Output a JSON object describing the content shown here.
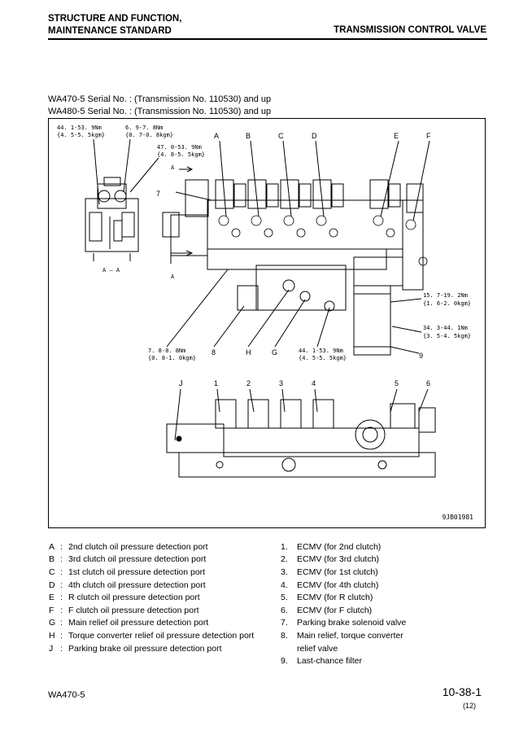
{
  "header": {
    "line1": "STRUCTURE AND FUNCTION,",
    "line2": "MAINTENANCE STANDARD",
    "section": "TRANSMISSION CONTROL VALVE"
  },
  "serials": [
    "WA470-5 Serial No. : (Transmission No. 110530) and up",
    "WA480-5 Serial No. : (Transmission No. 110530) and up"
  ],
  "figure": {
    "id": "9JB01981",
    "view_label": "A – A",
    "arrow_label": "A",
    "callout_7": "7",
    "torques": {
      "t1_a": "44. 1-53. 9Nm",
      "t1_b": "{4. 5-5. 5kgm}",
      "t2_a": "6. 9-7. 8Nm",
      "t2_b": "{0. 7-0. 8kgm}",
      "t3_a": "47. 0-53. 9Nm",
      "t3_b": "{4. 8-5. 5kgm}",
      "t4_a": "15. 7-19. 2Nm",
      "t4_b": "{1. 6-2. 0kgm}",
      "t5_a": "34. 3-44. 1Nm",
      "t5_b": "{3. 5-4. 5kgm}",
      "t6_a": "7. 8-8. 8Nm",
      "t6_b": "{0. 8-1. 0kgm}",
      "t7_a": "44. 1-53. 9Nm",
      "t7_b": "{4. 5-5. 5kgm}"
    },
    "top_letters": [
      "A",
      "B",
      "C",
      "D",
      "E",
      "F"
    ],
    "mid_labels": {
      "eight": "8",
      "h": "H",
      "g": "G",
      "nine": "9"
    },
    "bottom_labels": [
      "J",
      "1",
      "2",
      "3",
      "4",
      "5",
      "6"
    ]
  },
  "legend_ports": [
    {
      "key": "A",
      "text": "2nd clutch oil pressure detection port"
    },
    {
      "key": "B",
      "text": "3rd clutch oil pressure detection port"
    },
    {
      "key": "C",
      "text": "1st clutch oil pressure detection port"
    },
    {
      "key": "D",
      "text": "4th clutch oil pressure detection port"
    },
    {
      "key": "E",
      "text": "R clutch oil pressure detection port"
    },
    {
      "key": "F",
      "text": "F clutch oil pressure detection port"
    },
    {
      "key": "G",
      "text": "Main relief oil pressure detection port"
    },
    {
      "key": "H",
      "text": "Torque converter relief oil pressure detection port"
    },
    {
      "key": "J",
      "text": "Parking brake oil pressure detection port"
    }
  ],
  "legend_parts": [
    {
      "num": "1.",
      "text": "ECMV (for 2nd clutch)"
    },
    {
      "num": "2.",
      "text": "ECMV (for 3rd clutch)"
    },
    {
      "num": "3.",
      "text": "ECMV (for 1st clutch)"
    },
    {
      "num": "4.",
      "text": "ECMV (for 4th clutch)"
    },
    {
      "num": "5.",
      "text": "ECMV (for R clutch)"
    },
    {
      "num": "6.",
      "text": "ECMV (for F clutch)"
    },
    {
      "num": "7.",
      "text": "Parking brake solenoid valve"
    },
    {
      "num": "8.",
      "text": "Main relief, torque converter"
    },
    {
      "num": "",
      "text": "relief valve"
    },
    {
      "num": "9.",
      "text": "Last-chance filter"
    }
  ],
  "footer": {
    "model": "WA470-5",
    "page": "10-38-1",
    "sub": "(12)"
  }
}
